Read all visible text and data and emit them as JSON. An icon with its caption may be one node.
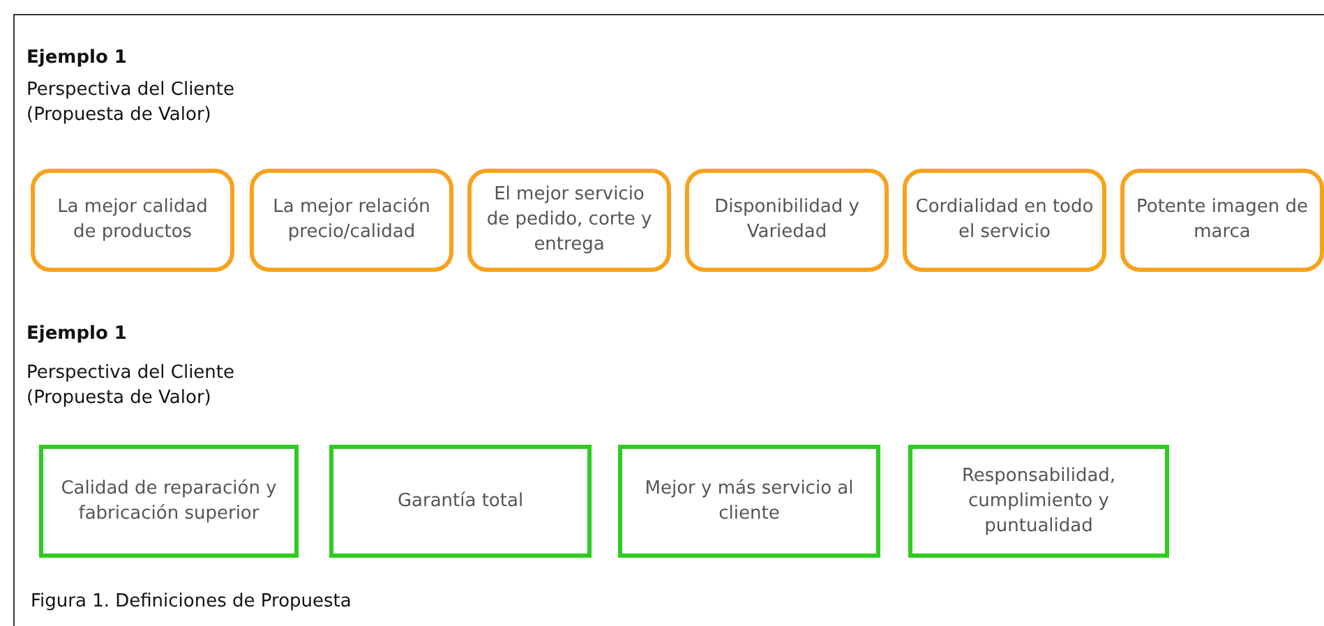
{
  "diagram": {
    "caption": "Figura 1. Definiciones de Propuesta",
    "nodes": [
      {
        "text": [
          "La mejor calidad de productos"
        ]
      },
      {
        "text": [
          "La mejor relación precio/calidad"
        ]
      },
      {
        "text": [
          "El mejor servicio de pedido, corte y entrega"
        ]
      },
      {
        "text": [
          "Disponibilidad y Variedad"
        ]
      },
      {
        "text": [
          "Cordialidad en todo el servicio"
        ]
      },
      {
        "text": [
          "Potente imagen de marca"
        ]
      },
      {
        "text": [
          "Calidad de reparación y fabricación superior"
        ]
      },
      {
        "text": [
          "Garantía total"
        ]
      },
      {
        "text": [
          "Mejor y más servicio al cliente"
        ]
      },
      {
        "text": [
          "Responsabilidad, cumplimiento y puntualidad"
        ]
      }
    ],
    "labels": [
      "Ejemplo 1",
      "Perspectiva del Cliente",
      "(Propuesta de Valor)",
      "Ejemplo 1",
      "Perspectiva del Cliente",
      "(Propuesta de Valor)"
    ]
  }
}
